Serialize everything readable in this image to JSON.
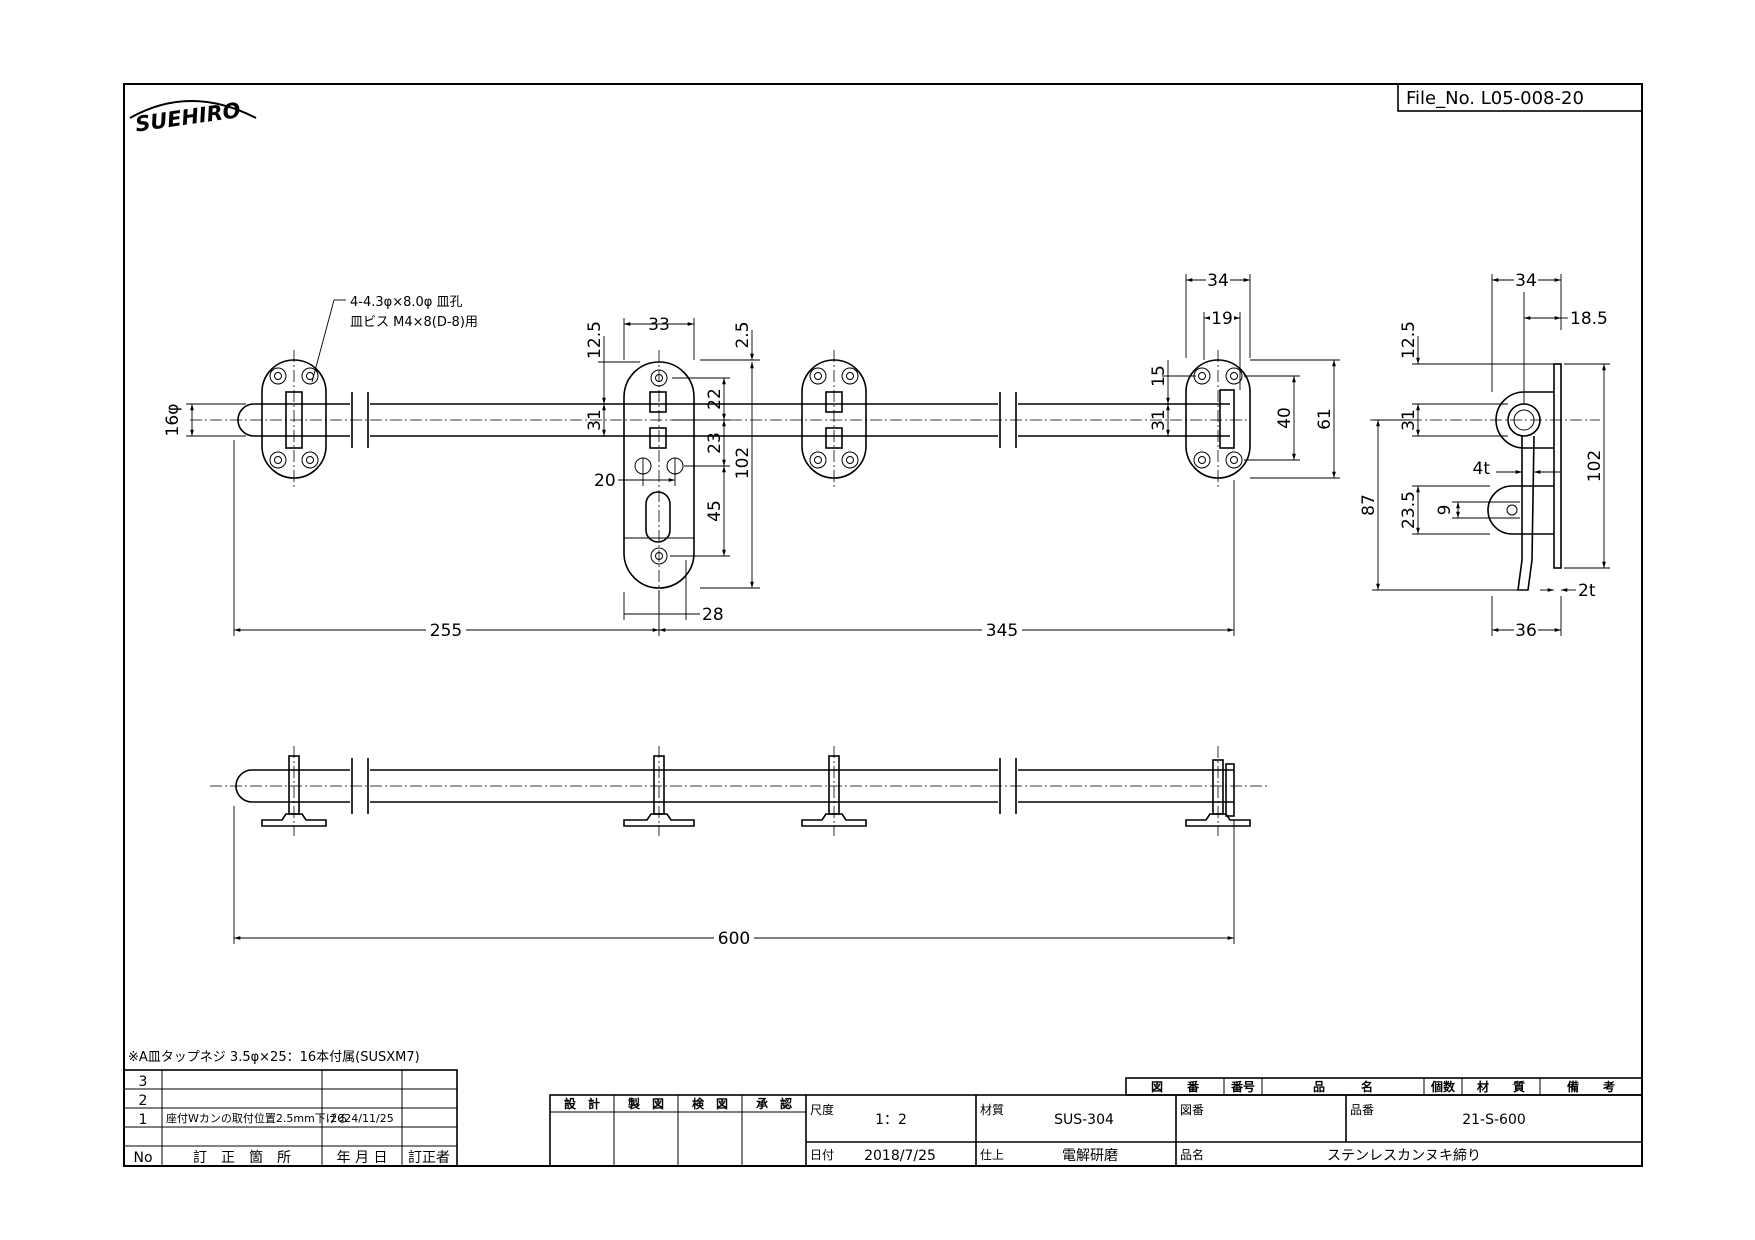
{
  "header": {
    "logo_text": "SUEHIRO",
    "file_no": "File_No.  L05-008-20"
  },
  "notes": {
    "hole_spec": "4-4.3φ×8.0φ 皿孔",
    "screw_spec": "皿ビス M4×8(D-8)用",
    "accessory": "※A皿タップネジ 3.5φ×25：16本付属(SUSXM7)"
  },
  "dimensions": {
    "front": {
      "d16": "16φ",
      "d33": "33",
      "d12_5": "12.5",
      "d2_5": "2.5",
      "d31a": "31",
      "d22": "22",
      "d23": "23",
      "d102": "102",
      "d20": "20",
      "d45": "45",
      "d28": "28",
      "d255": "255",
      "d345": "345",
      "d34": "34",
      "d19": "19",
      "d15": "15",
      "d31b": "31",
      "d40": "40",
      "d61": "61"
    },
    "side": {
      "d34": "34",
      "d18_5": "18.5",
      "d12_5": "12.5",
      "d31": "31",
      "d4t": "4t",
      "d87": "87",
      "d23_5": "23.5",
      "d9": "9",
      "d102": "102",
      "d2t": "2t",
      "d36": "36"
    },
    "bottom": {
      "d600": "600"
    }
  },
  "revisions": {
    "rows": [
      {
        "no": "3",
        "desc": "",
        "date": "",
        "by": ""
      },
      {
        "no": "2",
        "desc": "",
        "date": "",
        "by": ""
      },
      {
        "no": "1",
        "desc": "座付Wカンの取付位置2.5mm下げる",
        "date": "2024/11/25",
        "by": ""
      }
    ],
    "header": {
      "no": "No",
      "desc": "訂　正　箇　所",
      "date": "年 月 日",
      "by": "訂正者"
    }
  },
  "title_block": {
    "stamps": [
      "設　計",
      "製　図",
      "検　図",
      "承　認"
    ],
    "scale_label": "尺度",
    "scale": "1：2",
    "date_label": "日付",
    "date": "2018/7/25",
    "material_label": "材質",
    "material": "SUS-304",
    "finish_label": "仕上",
    "finish": "電解研磨",
    "drawing_no_label": "図番",
    "drawing_no": "",
    "part_no_label": "品番",
    "part_no": "21-S-600",
    "name_label": "品名",
    "name": "ステンレスカンヌキ締り",
    "parts_header": [
      "図　　番",
      "番号",
      "品　　　名",
      "個数",
      "材　　質",
      "備　　考"
    ]
  }
}
